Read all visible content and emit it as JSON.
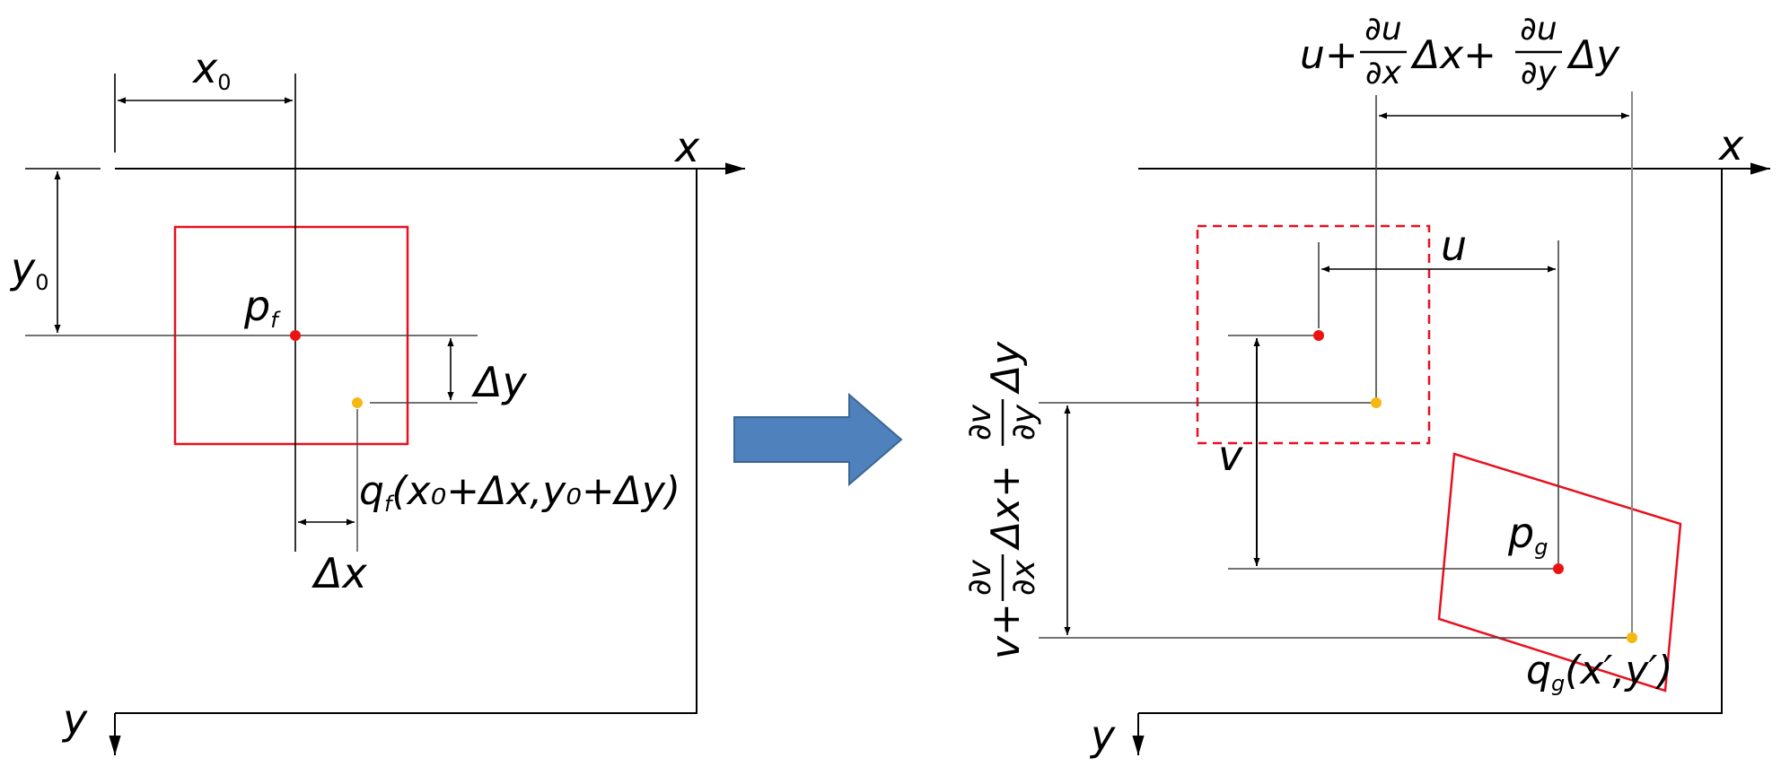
{
  "left_panel": {
    "axis_x": "x",
    "axis_y": "y",
    "x0": {
      "main": "x",
      "sub": "0"
    },
    "y0": {
      "main": "y",
      "sub": "0"
    },
    "pf": {
      "main": "p",
      "sub": "f"
    },
    "dy": "Δy",
    "dx": "Δx",
    "qf": {
      "main": "q",
      "sub": "f",
      "args": "(x₀+Δx,y₀+Δy)"
    }
  },
  "right_panel": {
    "axis_x": "x",
    "axis_y": "y",
    "u": "u",
    "v": "v",
    "u_top": {
      "a": "u+",
      "n1": "∂u",
      "d1": "∂x",
      "b": "Δx+",
      "n2": "∂u",
      "d2": "∂y",
      "c": "Δy"
    },
    "v_side": {
      "a": "v+",
      "n1": "∂v",
      "d1": "∂x",
      "b": "Δx+",
      "n2": "∂v",
      "d2": "∂y",
      "c": "Δy"
    },
    "pg": {
      "main": "p",
      "sub": "g"
    },
    "qg": {
      "main": "q",
      "sub": "g",
      "args": "(x′,y′)"
    }
  },
  "colors": {
    "black": "#000000",
    "red": "#e8101e",
    "dot_red": "#ee1111",
    "dot_yellow": "#f6b80f",
    "arrow_fill": "#4f81bd",
    "arrow_stroke": "#3a6694",
    "gray_line": "#444444"
  }
}
